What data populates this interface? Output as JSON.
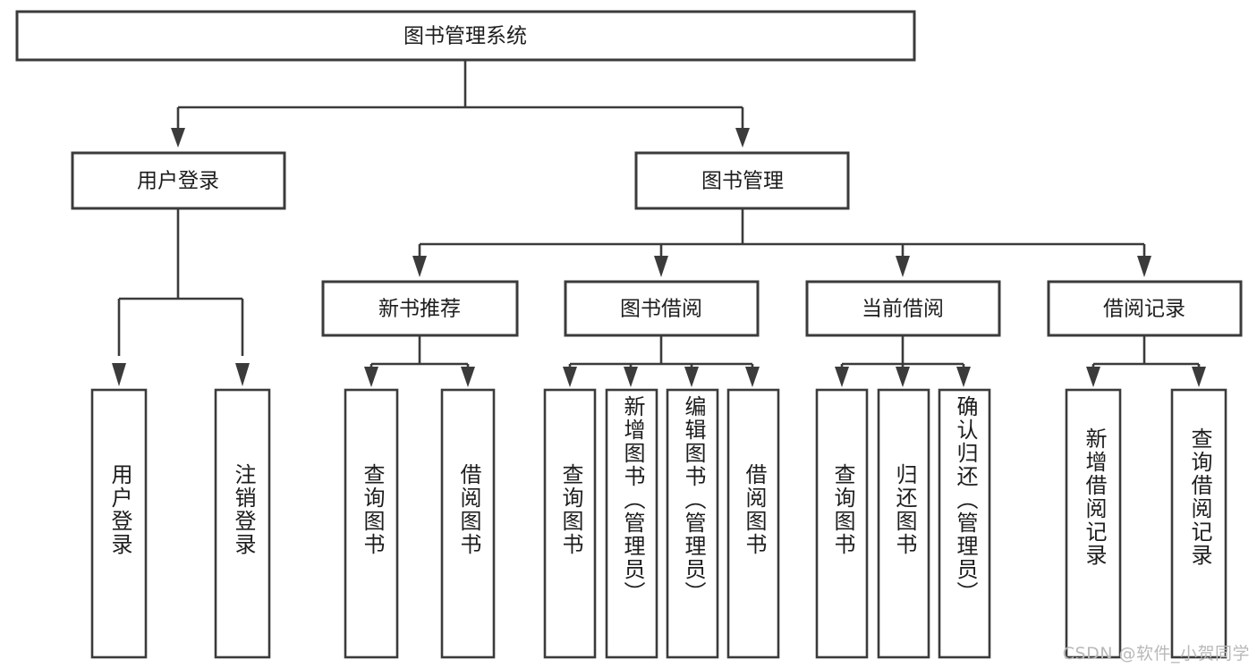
{
  "diagram": {
    "type": "tree-hierarchy-functional-decomposition",
    "root": {
      "id": "root",
      "label": "图书管理系统"
    },
    "level2": [
      {
        "id": "user-login",
        "label": "用户登录"
      },
      {
        "id": "book-management",
        "label": "图书管理"
      }
    ],
    "level3": [
      {
        "id": "new-book-recommend",
        "label": "新书推荐",
        "parent": "book-management"
      },
      {
        "id": "book-borrow",
        "label": "图书借阅",
        "parent": "book-management"
      },
      {
        "id": "current-borrow",
        "label": "当前借阅",
        "parent": "book-management"
      },
      {
        "id": "borrow-record",
        "label": "借阅记录",
        "parent": "book-management"
      }
    ],
    "leaves": {
      "user-login": [
        {
          "id": "leaf-user-login",
          "label": "用户登录"
        },
        {
          "id": "leaf-user-logout",
          "label": "注销登录"
        }
      ],
      "new-book-recommend": [
        {
          "id": "leaf-query-book-1",
          "label": "查询图书"
        },
        {
          "id": "leaf-borrow-book-1",
          "label": "借阅图书"
        }
      ],
      "book-borrow": [
        {
          "id": "leaf-query-book-2",
          "label": "查询图书"
        },
        {
          "id": "leaf-add-book",
          "label": "新增图书（管理员）"
        },
        {
          "id": "leaf-edit-book",
          "label": "编辑图书（管理员）"
        },
        {
          "id": "leaf-borrow-book-2",
          "label": "借阅图书"
        }
      ],
      "current-borrow": [
        {
          "id": "leaf-query-book-3",
          "label": "查询图书"
        },
        {
          "id": "leaf-return-book",
          "label": "归还图书"
        },
        {
          "id": "leaf-confirm-return",
          "label": "确认归还（管理员）"
        }
      ],
      "borrow-record": [
        {
          "id": "leaf-add-record",
          "label": "新增借阅记录"
        },
        {
          "id": "leaf-query-record",
          "label": "查询借阅记录"
        }
      ]
    }
  },
  "watermark": {
    "text": "CSDN @软件_小贺同学"
  },
  "colors": {
    "stroke": "#3b3b3b",
    "fill": "#ffffff",
    "text": "#1d1d1d",
    "watermark": "#b9b9b9",
    "background": "#ffffff"
  }
}
